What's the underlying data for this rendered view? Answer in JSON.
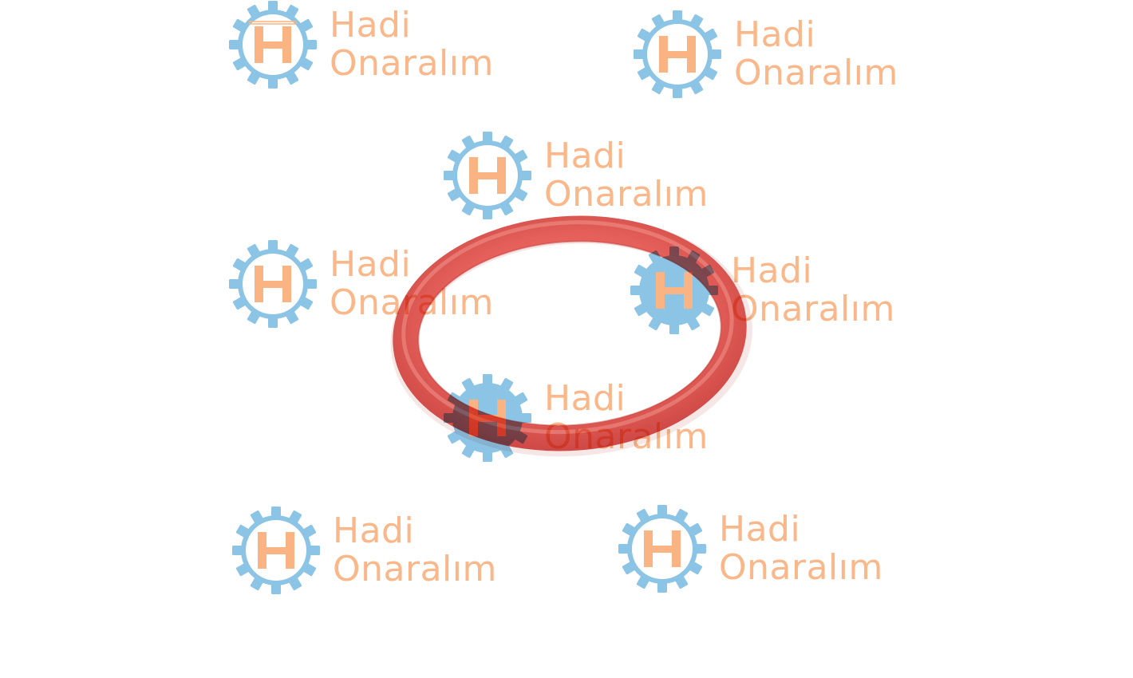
{
  "product": {
    "name_icon": "o-ring-gasket",
    "color": "#e8605c"
  },
  "watermark": {
    "line1": "Hadi",
    "line2": "Onaralım",
    "gear_color": "#8cc4e6",
    "text_color": "#fab383"
  }
}
